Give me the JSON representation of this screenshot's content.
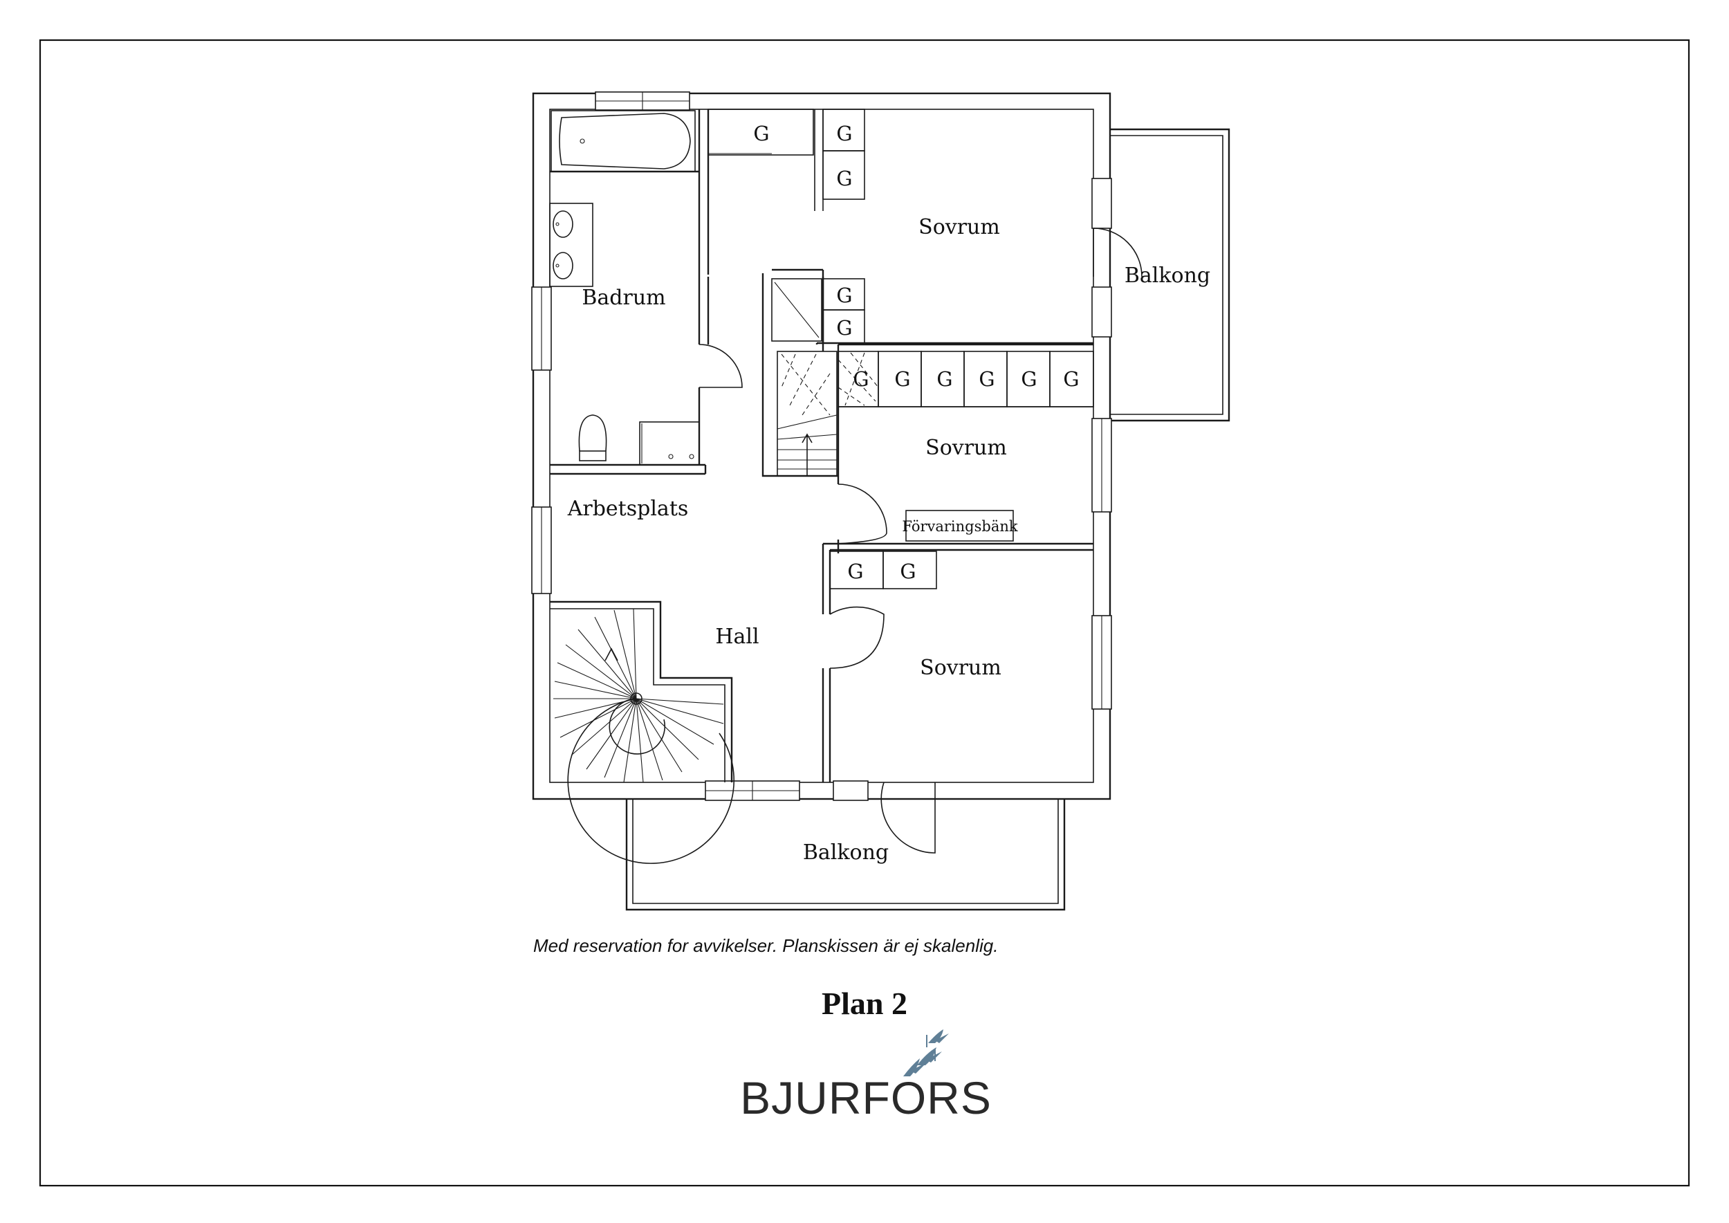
{
  "rooms": {
    "sovrum_top": "Sovrum",
    "sovrum_mid": "Sovrum",
    "sovrum_bottom": "Sovrum",
    "badrum": "Badrum",
    "arbetsplats": "Arbetsplats",
    "hall": "Hall",
    "balkong_right": "Balkong",
    "balkong_bottom": "Balkong"
  },
  "storage_label": "G",
  "bench_label": "Förvaringsbänk",
  "disclaimer": "Med reservation for avvikelser. Planskissen är ej skalenlig.",
  "plan_title": "Plan 2",
  "brand": {
    "name": "BJURFORS",
    "logo_icon": "birds-logo-icon",
    "color": "#5f7f96"
  }
}
